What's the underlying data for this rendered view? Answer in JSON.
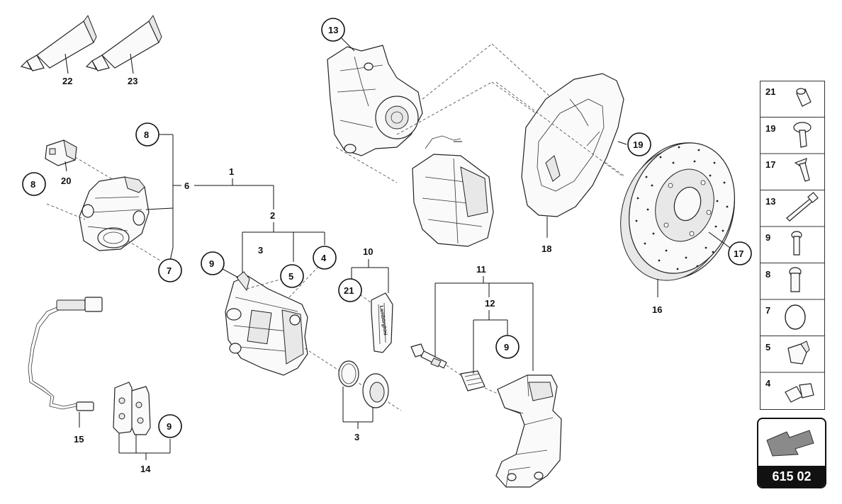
{
  "diagram": {
    "labels": {
      "n1": "1",
      "n2": "2",
      "n3a": "3",
      "n3b": "3",
      "n4": "4",
      "n5": "5",
      "n6": "6",
      "n7": "7",
      "n8a": "8",
      "n8b": "8",
      "n9a": "9",
      "n9b": "9",
      "n9c": "9",
      "n10": "10",
      "n11": "11",
      "n12": "12",
      "n13": "13",
      "n14": "14",
      "n15": "15",
      "n16": "16",
      "n17": "17",
      "n18": "18",
      "n19": "19",
      "n20": "20",
      "n21": "21",
      "n22": "22",
      "n23": "23"
    },
    "sidebar": [
      "21",
      "19",
      "17",
      "13",
      "9",
      "8",
      "7",
      "5",
      "4"
    ],
    "page_code": "615 02",
    "pad_logo_text": "Lamborghini"
  }
}
